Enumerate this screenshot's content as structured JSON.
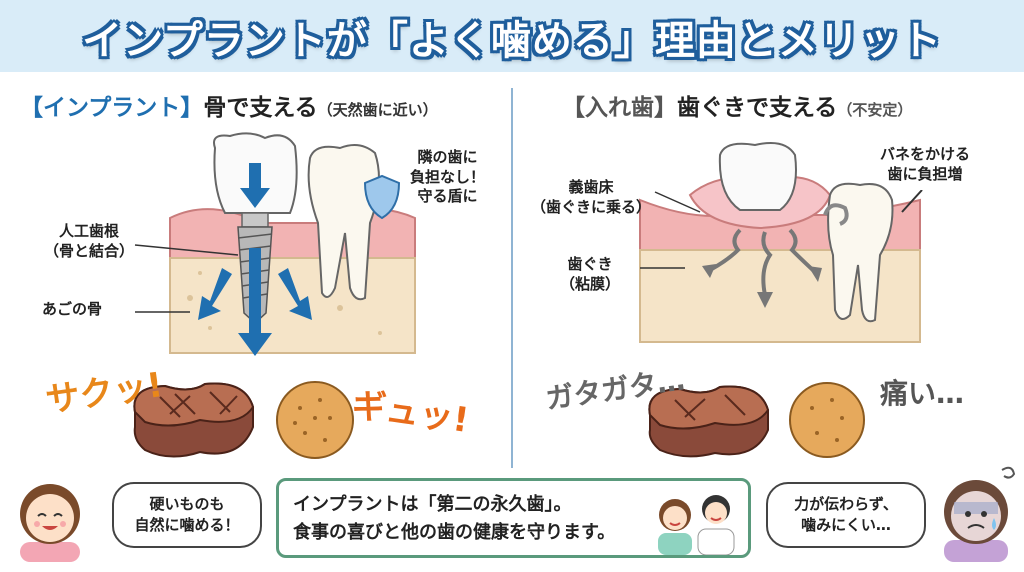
{
  "title": "インプラントが「よく噛める」理由とメリット",
  "left": {
    "heading_tag": "【インプラント】",
    "heading_main": "骨で支える",
    "heading_sub": "（天然歯に近い）",
    "label_root_1": "人工歯根",
    "label_root_2": "（骨と結合）",
    "label_bone": "あごの骨",
    "label_neighbor_1": "隣の歯に",
    "label_neighbor_2": "負担なし！",
    "label_neighbor_3": "守る盾に",
    "sfx_1": "サクッ!",
    "sfx_2": "ギュッ!"
  },
  "right": {
    "heading_tag": "【入れ歯】",
    "heading_main": "歯ぐきで支える",
    "heading_sub": "（不安定）",
    "label_denture_1": "義歯床",
    "label_denture_2": "（歯ぐきに乗る）",
    "label_gum_1": "歯ぐき",
    "label_gum_2": "（粘膜）",
    "label_spring_1": "バネをかける",
    "label_spring_2": "歯に負担増",
    "sfx_1": "ガタガタ…",
    "sfx_2": "痛い…"
  },
  "bubble_left_1": "硬いものも",
  "bubble_left_2": "自然に噛める！",
  "bottom_line_1": "インプラントは「第二の永久歯」。",
  "bottom_line_2": "食事の喜びと他の歯の健康を守ります。",
  "bubble_right_1": "力が伝わらず、",
  "bubble_right_2": "噛みにくい…",
  "colors": {
    "title_outline": "#1f5e9c",
    "accent_blue": "#1f6fb0",
    "sfx_orange": "#e8871a",
    "gum": "#f2b3b3",
    "bone": "#f5e4c8",
    "box_border": "#5a9a7c"
  }
}
